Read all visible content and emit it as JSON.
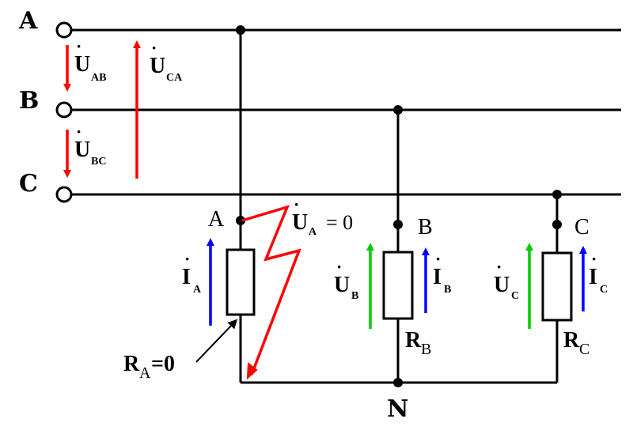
{
  "lines": {
    "a": "A",
    "b": "B",
    "c": "C"
  },
  "line_voltages": {
    "uab": {
      "sym": "U",
      "sub": "AB"
    },
    "ubc": {
      "sym": "U",
      "sub": "BC"
    },
    "uca": {
      "sym": "U",
      "sub": "CA"
    }
  },
  "nodes": {
    "a": "A",
    "b": "B",
    "c": "C",
    "n": "N"
  },
  "fault": {
    "sym": "U",
    "sub": "A",
    "eq": "= 0"
  },
  "phase_a": {
    "current": {
      "sym": "I",
      "sub": "A"
    },
    "resistor": {
      "sym": "R",
      "sub": "A",
      "value": "=0"
    }
  },
  "phase_b": {
    "voltage": {
      "sym": "U",
      "sub": "B"
    },
    "current": {
      "sym": "I",
      "sub": "B"
    },
    "resistor": {
      "sym": "R",
      "sub": "B"
    }
  },
  "phase_c": {
    "voltage": {
      "sym": "U",
      "sub": "C"
    },
    "current": {
      "sym": "I",
      "sub": "C"
    },
    "resistor": {
      "sym": "R",
      "sub": "C"
    }
  },
  "colors": {
    "wire": "#000000",
    "voltage_arrow": "#ff0000",
    "current_arrow": "#0000ff",
    "phase_voltage_arrow": "#00cc00",
    "fault": "#ff0000"
  }
}
